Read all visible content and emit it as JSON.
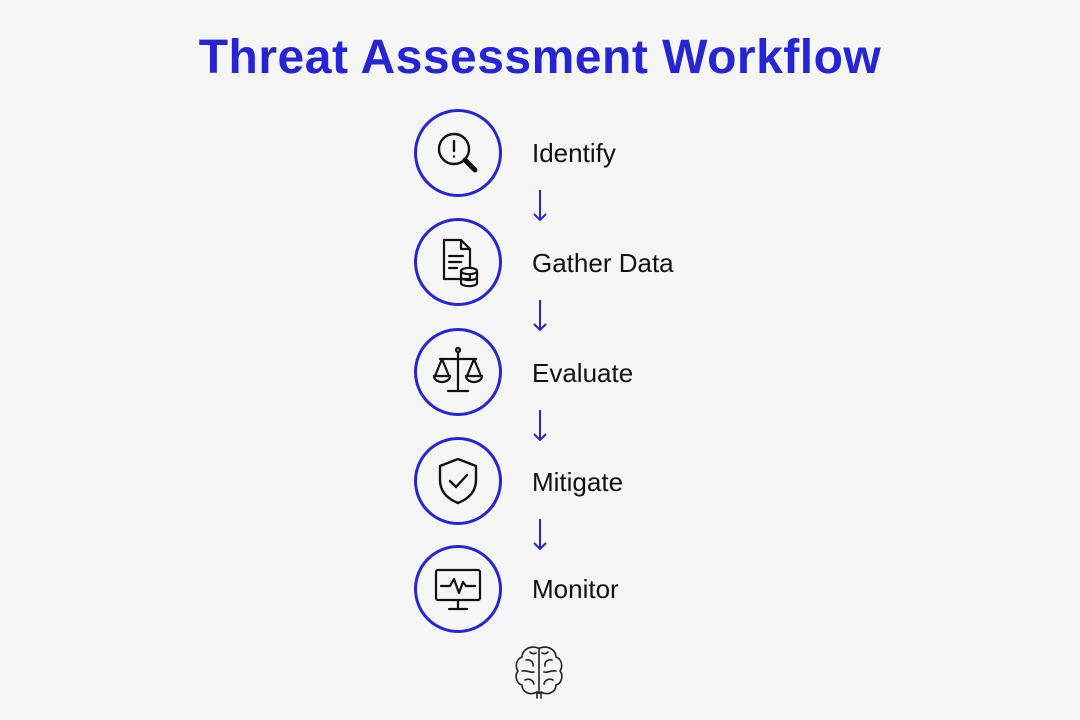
{
  "title": "Threat Assessment Workflow",
  "colors": {
    "accent": "#2525d6",
    "text": "#111111",
    "background": "#f6f6f6"
  },
  "steps": [
    {
      "label": "Identify",
      "icon": "magnifier-alert-icon"
    },
    {
      "label": "Gather Data",
      "icon": "document-database-icon"
    },
    {
      "label": "Evaluate",
      "icon": "balance-scale-icon"
    },
    {
      "label": "Mitigate",
      "icon": "shield-check-icon"
    },
    {
      "label": "Monitor",
      "icon": "monitor-pulse-icon"
    }
  ],
  "footer_icon": "brain-icon"
}
